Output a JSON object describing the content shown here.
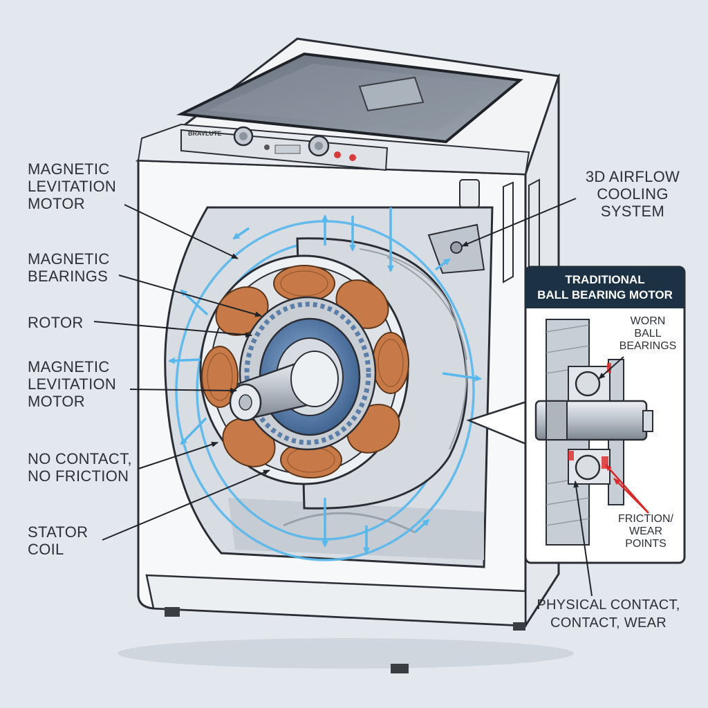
{
  "machine": {
    "brand_text": "BRAVLUTE",
    "colors": {
      "body": "#f7f8fa",
      "outline": "#2a2d33",
      "airflow": "#58b8ec",
      "copper": "#c77a47",
      "inset_header": "#1d3145",
      "friction": "#e03030"
    }
  },
  "labels": {
    "maglev_motor_top": "MAGNETIC\nLEVITATION\nMOTOR",
    "magnetic_bearings": "MAGNETIC\nBEARINGS",
    "rotor": "ROTOR",
    "maglev_motor_mid": "MAGNETIC\nLEVITATION\nMOTOR",
    "no_contact": "NO CONTACT,\nNO FRICTION",
    "stator_coil": "STATOR\nCOIL",
    "airflow_cooling": "3D AIRFLOW\nCOOLING\nSYSTEM"
  },
  "inset": {
    "title": "TRADITIONAL\nBALL BEARING MOTOR",
    "worn_ball_bearings": "WORN\nBALL\nBEARINGS",
    "friction_wear_points": "FRICTION/\nWEAR\nPOINTS",
    "physical_contact": "PHYSICAL CONTACT,\nCONTACT, WEAR"
  }
}
